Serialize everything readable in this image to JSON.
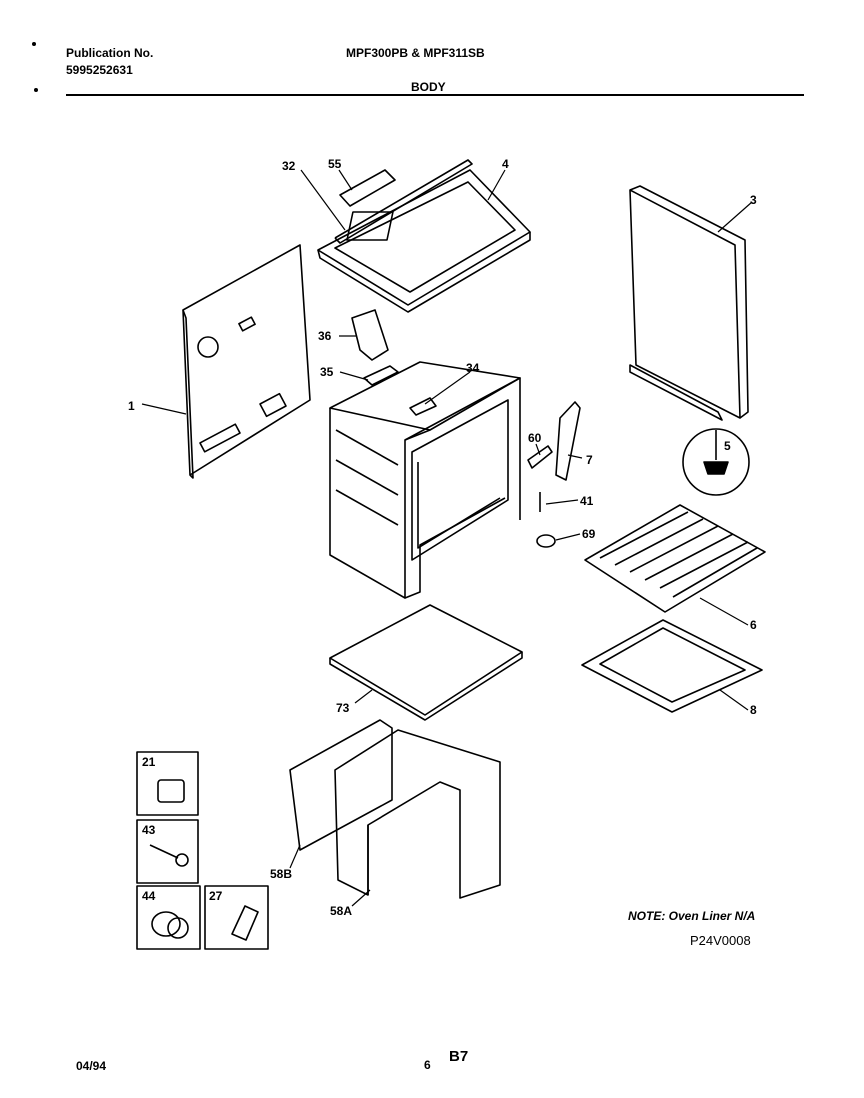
{
  "header": {
    "publication_label": "Publication No.",
    "publication_number": "5995252631",
    "models": "MPF300PB & MPF311SB",
    "section": "BODY"
  },
  "parts": {
    "p1": "1",
    "p3": "3",
    "p4": "4",
    "p5": "5",
    "p6": "6",
    "p7": "7",
    "p8": "8",
    "p32": "32",
    "p55": "55",
    "p36": "36",
    "p35": "35",
    "p34": "34",
    "p60": "60",
    "p41": "41",
    "p69": "69",
    "p73": "73",
    "p21": "21",
    "p43": "43",
    "p44": "44",
    "p27": "27",
    "p58b": "58B",
    "p58a": "58A"
  },
  "note": "NOTE: Oven Liner N/A",
  "drawing_code": "P24V0008",
  "footer": {
    "date": "04/94",
    "page": "6",
    "code": "B7"
  }
}
